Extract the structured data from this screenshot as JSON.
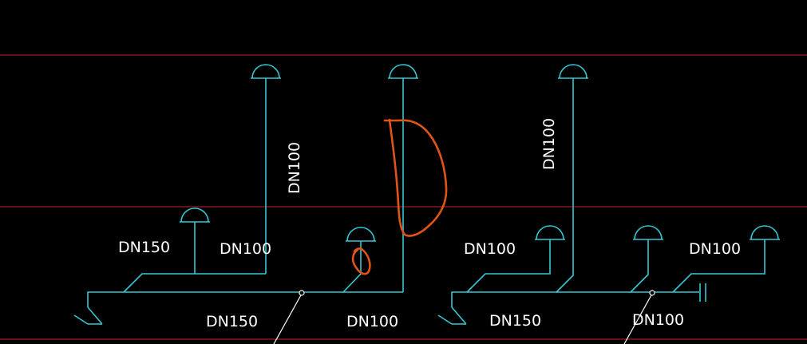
{
  "drawing": {
    "colors": {
      "background": "#000000",
      "pipe": "#33c8d4",
      "reference_line": "#c42525",
      "label": "#ffffff",
      "markup": "#e0541a"
    },
    "labels": {
      "left_vertical": "DN100",
      "left_head_branch": "DN150",
      "left_mid_branch": "DN100",
      "left_main_bottom": "DN150",
      "center_main_bottom": "DN100",
      "right_vertical": "DN100",
      "right_branch_a": "DN100",
      "right_branch_b": "DN100",
      "right_main_bottom_a": "DN150",
      "right_main_bottom_b": "DN100"
    }
  }
}
